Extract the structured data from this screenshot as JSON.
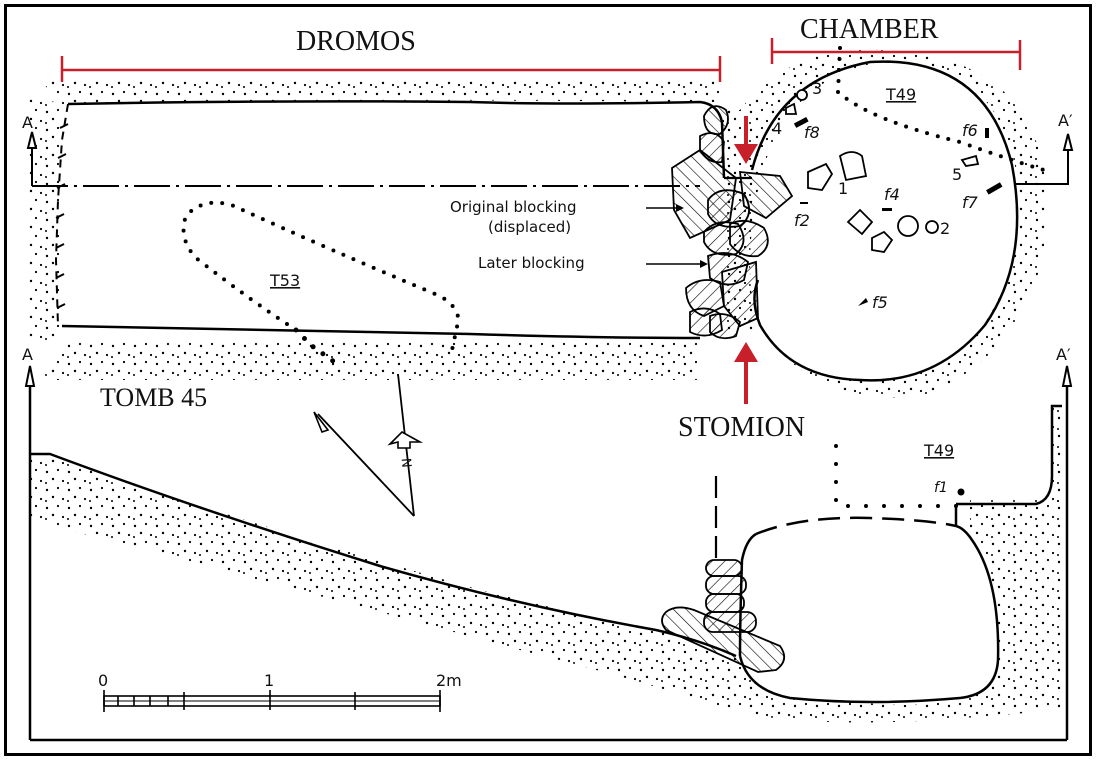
{
  "diagram": {
    "title": "TOMB 45",
    "accent_color": "#c8202a",
    "sections": {
      "dromos": "DROMOS",
      "chamber": "CHAMBER",
      "stomion": "STOMION"
    },
    "section_markers": {
      "plan_left": "A",
      "plan_right": "A′",
      "section_left": "A",
      "section_right": "A′"
    },
    "annotations": {
      "original_blocking_line1": "Original blocking",
      "original_blocking_line2": "(displaced)",
      "later_blocking": "Later blocking"
    },
    "tomb_labels": {
      "t53": "T53",
      "t49_plan": "T49",
      "t49_section": "T49"
    },
    "finds": {
      "n1": "1",
      "n2": "2",
      "n3": "3",
      "n4": "4",
      "n5": "5",
      "f1": "f1",
      "f2": "f2",
      "f4": "f4",
      "f5": "f5",
      "f6": "f6",
      "f7": "f7",
      "f8": "f8"
    },
    "north_arrow": {
      "label": "N"
    },
    "scale_bar": {
      "ticks": [
        "0",
        "1",
        "2m"
      ]
    }
  }
}
